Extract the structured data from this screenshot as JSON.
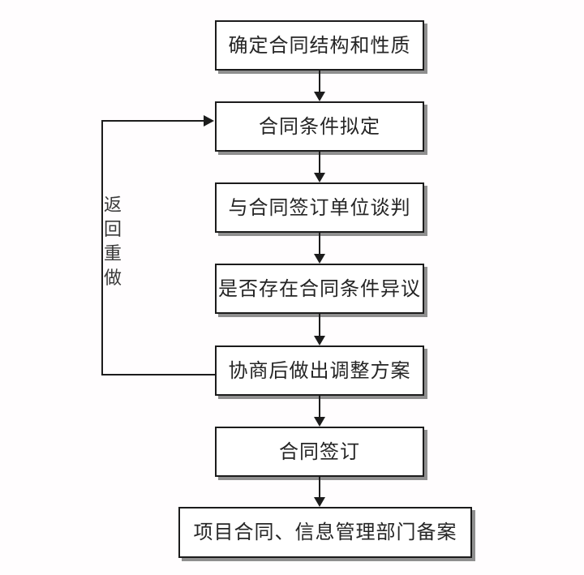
{
  "diagram": {
    "type": "flowchart",
    "nodes": [
      {
        "id": 1,
        "label": "确定合同结构和性质"
      },
      {
        "id": 2,
        "label": "合同条件拟定"
      },
      {
        "id": 3,
        "label": "与合同签订单位谈判"
      },
      {
        "id": 4,
        "label": "是否存在合同条件异议"
      },
      {
        "id": 5,
        "label": "协商后做出调整方案"
      },
      {
        "id": 6,
        "label": "合同签订"
      },
      {
        "id": 7,
        "label": "项目合同、信息管理部门备案"
      }
    ],
    "edges": [
      {
        "from": 1,
        "to": 2,
        "style": "arrow-down"
      },
      {
        "from": 2,
        "to": 3,
        "style": "arrow-down"
      },
      {
        "from": 3,
        "to": 4,
        "style": "arrow-down"
      },
      {
        "from": 4,
        "to": 5,
        "style": "arrow-down"
      },
      {
        "from": 5,
        "to": 6,
        "style": "arrow-down"
      },
      {
        "from": 6,
        "to": 7,
        "style": "arrow-down"
      },
      {
        "from": 5,
        "to": 2,
        "style": "feedback-loop-left",
        "label": "返回重做"
      }
    ],
    "loop_label": "返回重做",
    "colors": {
      "box_border": "#1c1c1c",
      "box_shadow": "#8f8f8f",
      "line": "#1c1c1c",
      "text": "#252525",
      "background": "#fffdfe"
    }
  }
}
